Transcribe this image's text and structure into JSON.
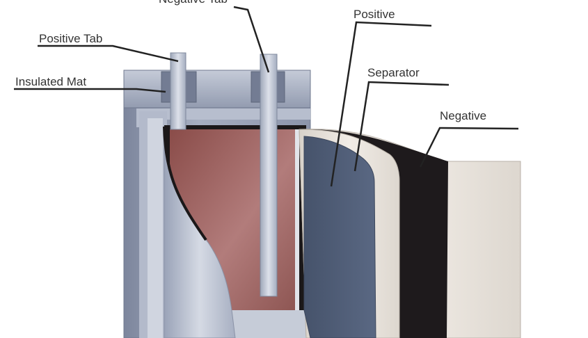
{
  "labels": {
    "negative_tab": "Negative Tab",
    "positive_tab": "Positive Tab",
    "insulated_mat": "Insulated Mat",
    "positive": "Positive",
    "separator": "Separator",
    "negative": "Negative"
  },
  "colors": {
    "case": "#8e97ad",
    "case_light": "#c9cfdb",
    "jelly_roll": "#9a5e5a",
    "positive_layer": "#4c5a73",
    "separator_layer": "#e7dfd6",
    "negative_layer": "#1e1a1c",
    "tab": "#b5bdcc",
    "leader_line": "#222222"
  }
}
